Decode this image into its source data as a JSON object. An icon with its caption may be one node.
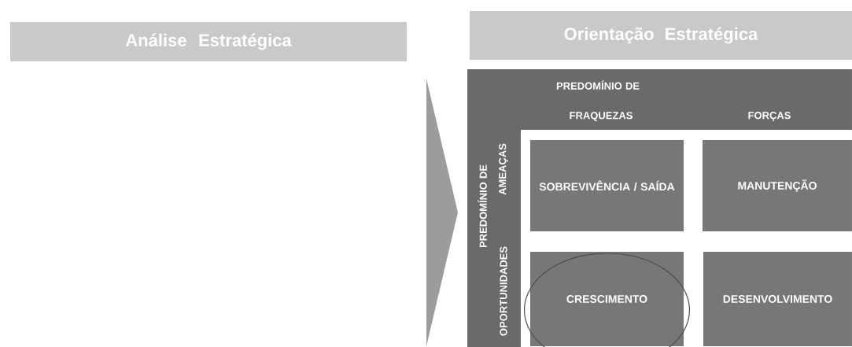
{
  "diagram": {
    "nodes": [
      {
        "text": [
          "Análise Estratégica"
        ]
      },
      {
        "text": [
          "Orientação Estratégica"
        ]
      },
      {
        "text": [],
        "shape": "arrow"
      },
      {
        "text": [
          "PREDOMÍNIO DE",
          "FRAQUEZAS",
          "FORÇAS",
          "PREDOMÍNIO DE",
          "AMEAÇAS",
          "OPORTUNIDADES"
        ]
      },
      {
        "text": [],
        "shape": "box",
        "in": 3
      },
      {
        "text": [
          "SOBREVIVÊNCIA / SAÍDA"
        ],
        "in": 4
      },
      {
        "text": [
          "MANUTENÇÃO"
        ],
        "in": 4
      },
      {
        "text": [
          "CRESCIMENTO"
        ],
        "in": 4
      },
      {
        "text": [
          "DESENVOLVIMENTO"
        ],
        "in": 4
      }
    ]
  }
}
